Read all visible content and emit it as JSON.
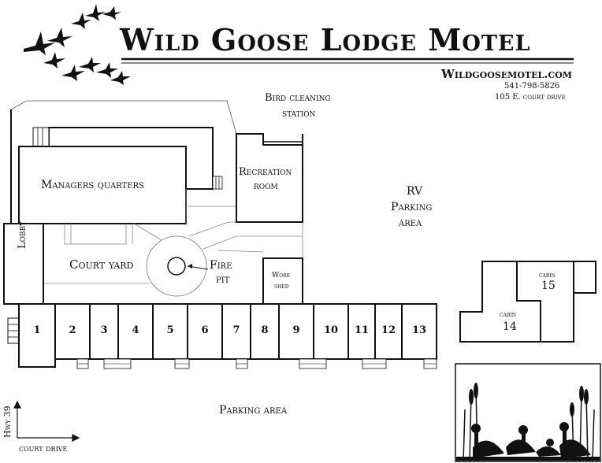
{
  "header": {
    "title": "Wild Goose Lodge Motel",
    "website": "Wildgoosemotel.com",
    "phone": "541-798-5826",
    "address": "105 E. court drive"
  },
  "areas": {
    "bird_cleaning_line1": "Bird cleaning",
    "bird_cleaning_line2": "station",
    "managers_quarters": "Managers quarters",
    "recreation_line1": "Recreation",
    "recreation_line2": "room",
    "rv_line1": "RV",
    "rv_line2": "Parking",
    "rv_line3": "area",
    "lobby": "Lobby",
    "court_yard": "Court yard",
    "fire_line1": "Fire",
    "fire_line2": "pit",
    "work_line1": "Work",
    "work_line2": "shed",
    "cabin_word": "cabin",
    "cabin15_num": "15",
    "cabin14_num": "14",
    "parking": "Parking area",
    "hwy": "Hwy 39",
    "court_drive": "court drive"
  },
  "rooms": [
    "1",
    "2",
    "3",
    "4",
    "5",
    "6",
    "7",
    "8",
    "9",
    "10",
    "11",
    "12",
    "13"
  ],
  "colors": {
    "ink": "#111111",
    "light_line": "#999999"
  }
}
